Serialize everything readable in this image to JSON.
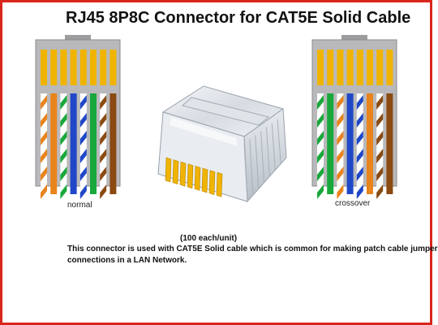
{
  "title": "RJ45 8P8C Connector for CAT5E Solid Cable",
  "plugs": [
    {
      "label": "normal",
      "wires": [
        "orange-white",
        "orange",
        "green-white",
        "blue",
        "blue-white",
        "green",
        "brown-white",
        "brown"
      ]
    },
    {
      "label": "crossover",
      "wires": [
        "green-white",
        "green",
        "orange-white",
        "blue",
        "blue-white",
        "orange",
        "brown-white",
        "brown"
      ]
    }
  ],
  "colors": {
    "orange": "#e8841c",
    "green": "#19a83b",
    "blue": "#1f47c8",
    "brown": "#8a4a12",
    "gold": "#f0b400",
    "plug_body": "#b9b9bb",
    "frame": "#d9261c"
  },
  "price": "(100 each/unit)",
  "description_lines": [
    "This connector is used with CAT5E Solid cable which is common for making patch cable jumper",
    "connections in a LAN Network."
  ]
}
